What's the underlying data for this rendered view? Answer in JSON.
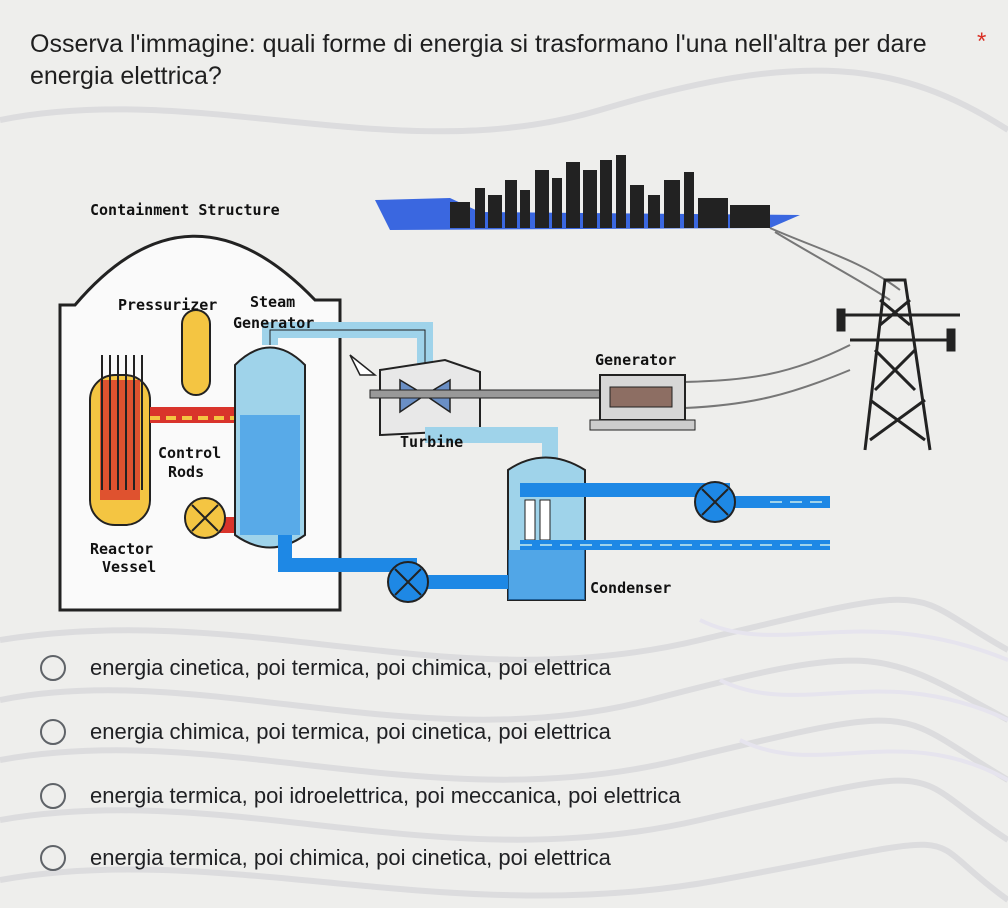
{
  "question": {
    "text": "Osserva l'immagine: quali forme di energia si trasformano l'una nell'altra per dare energia elettrica?",
    "required_mark": "*"
  },
  "diagram": {
    "labels": {
      "containment": "Containment Structure",
      "pressurizer": "Pressurizer",
      "steam": "Steam",
      "generator_sg": "Generator",
      "generator": "Generator",
      "control": "Control",
      "rods": "Rods",
      "turbine": "Turbine",
      "reactor": "Reactor",
      "vessel": "Vessel",
      "condenser": "Condenser"
    }
  },
  "options": [
    {
      "label": "energia cinetica, poi termica, poi chimica, poi elettrica"
    },
    {
      "label": "energia chimica, poi termica, poi cinetica, poi elettrica"
    },
    {
      "label": "energia termica, poi idroelettrica, poi meccanica, poi elettrica"
    },
    {
      "label": "energia termica, poi chimica, poi cinetica, poi elettrica"
    }
  ],
  "colors": {
    "hot": "#d9342b",
    "cold": "#1e88e5",
    "steam": "#9fd3ea",
    "reactor": "#f4c542"
  }
}
